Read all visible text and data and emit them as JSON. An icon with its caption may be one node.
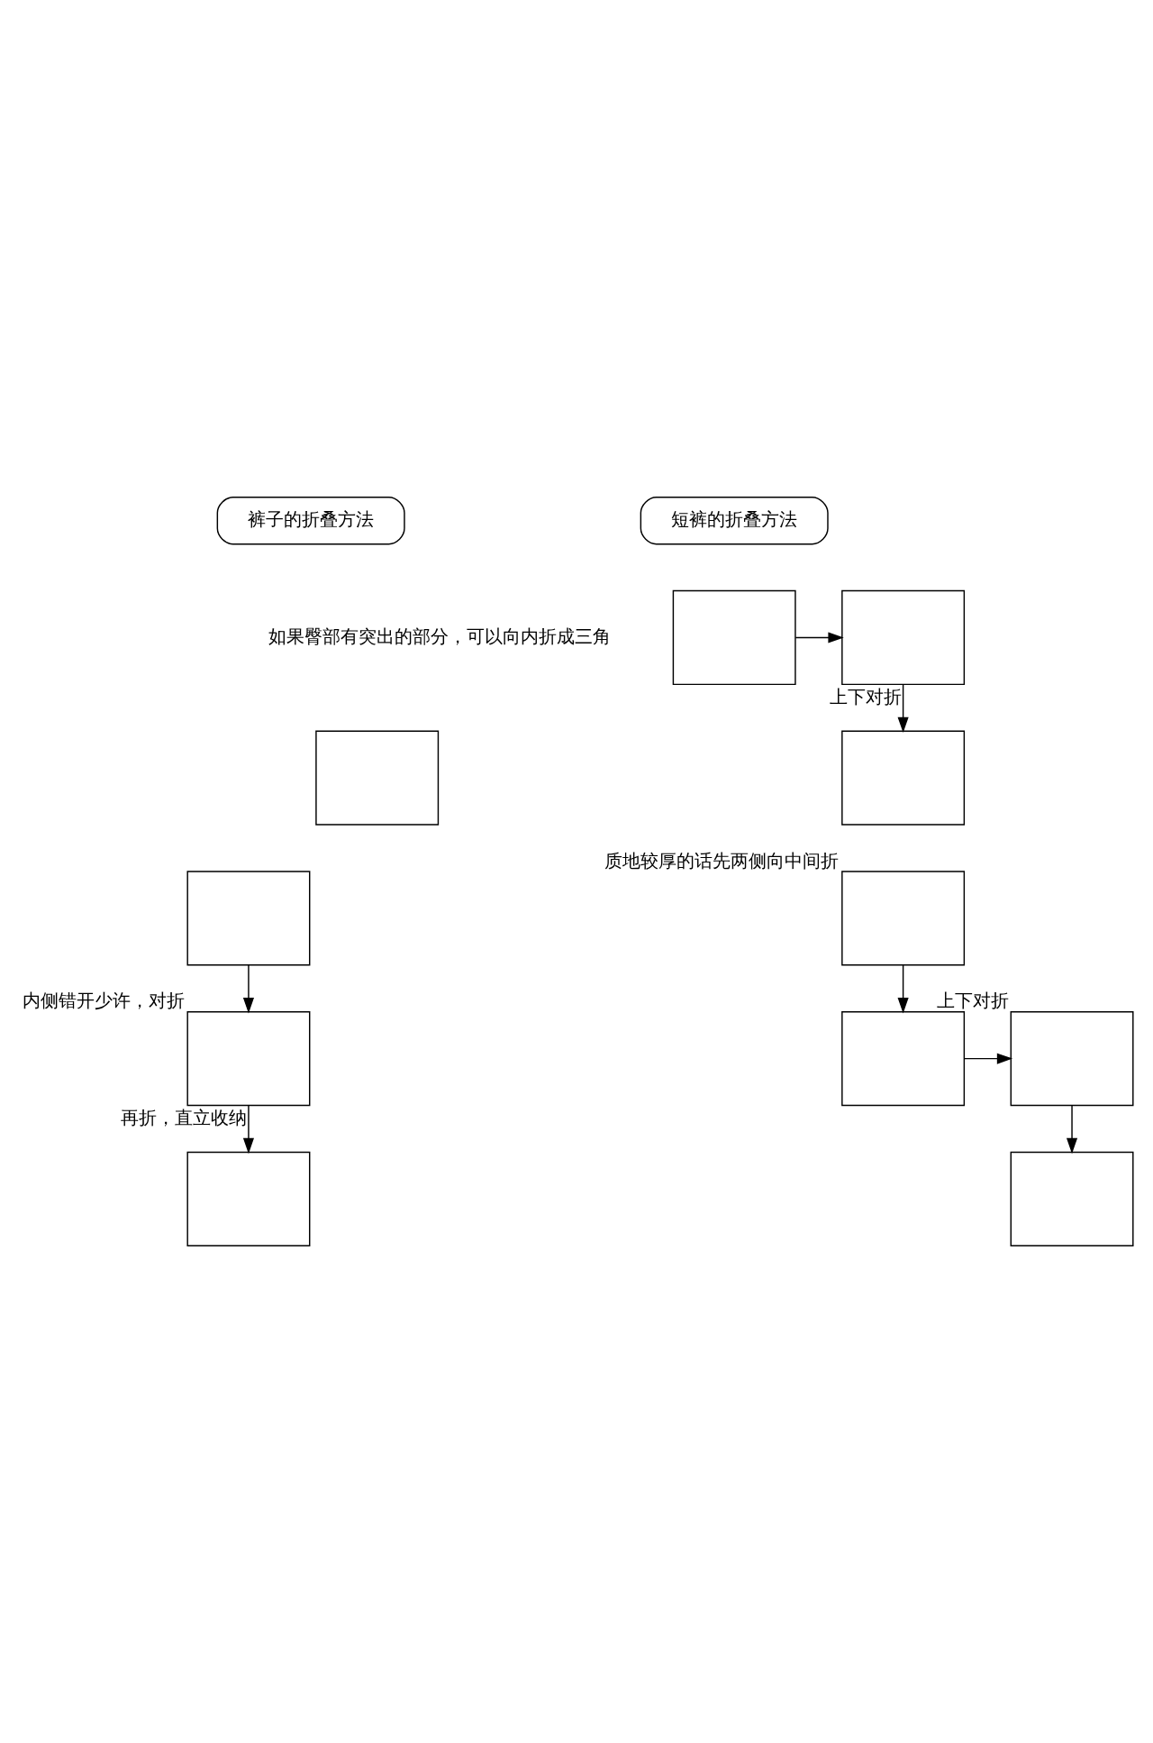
{
  "diagram": {
    "nodes": [
      {
        "text": [
          "裤子的折叠方法"
        ]
      },
      {
        "text": [
          "短裤的折叠方法"
        ]
      },
      {
        "text": [],
        "shape": "box"
      },
      {
        "text": [],
        "shape": "box"
      },
      {
        "text": [],
        "shape": "box",
        "beside": [
          "内侧错开少许，对折"
        ]
      },
      {
        "text": [],
        "shape": "box"
      },
      {
        "text": [],
        "shape": "box"
      },
      {
        "text": [],
        "shape": "box"
      },
      {
        "text": [],
        "shape": "box"
      },
      {
        "text": [],
        "shape": "box",
        "beside": [
          "质地较厚的话先两侧向中间折"
        ]
      },
      {
        "text": [],
        "shape": "box"
      },
      {
        "text": [],
        "shape": "box",
        "beside": [
          "上下对折"
        ]
      },
      {
        "text": [],
        "shape": "box"
      }
    ],
    "edges": [
      {
        "from": 2,
        "to": 4,
        "arrow": "to"
      },
      {
        "from": 4,
        "to": 5,
        "arrow": "to",
        "label": "再折，直立收纳"
      },
      {
        "from": 6,
        "to": 7,
        "arrow": "to"
      },
      {
        "from": 7,
        "to": 8,
        "arrow": "to",
        "label": "上下对折"
      },
      {
        "from": 9,
        "to": 10,
        "arrow": "to"
      },
      {
        "from": 10,
        "to": 11,
        "arrow": "to"
      },
      {
        "from": 11,
        "to": 12,
        "arrow": "to"
      }
    ],
    "labels": [
      "如果臀部有突出的部分，可以向内折成三角"
    ]
  }
}
